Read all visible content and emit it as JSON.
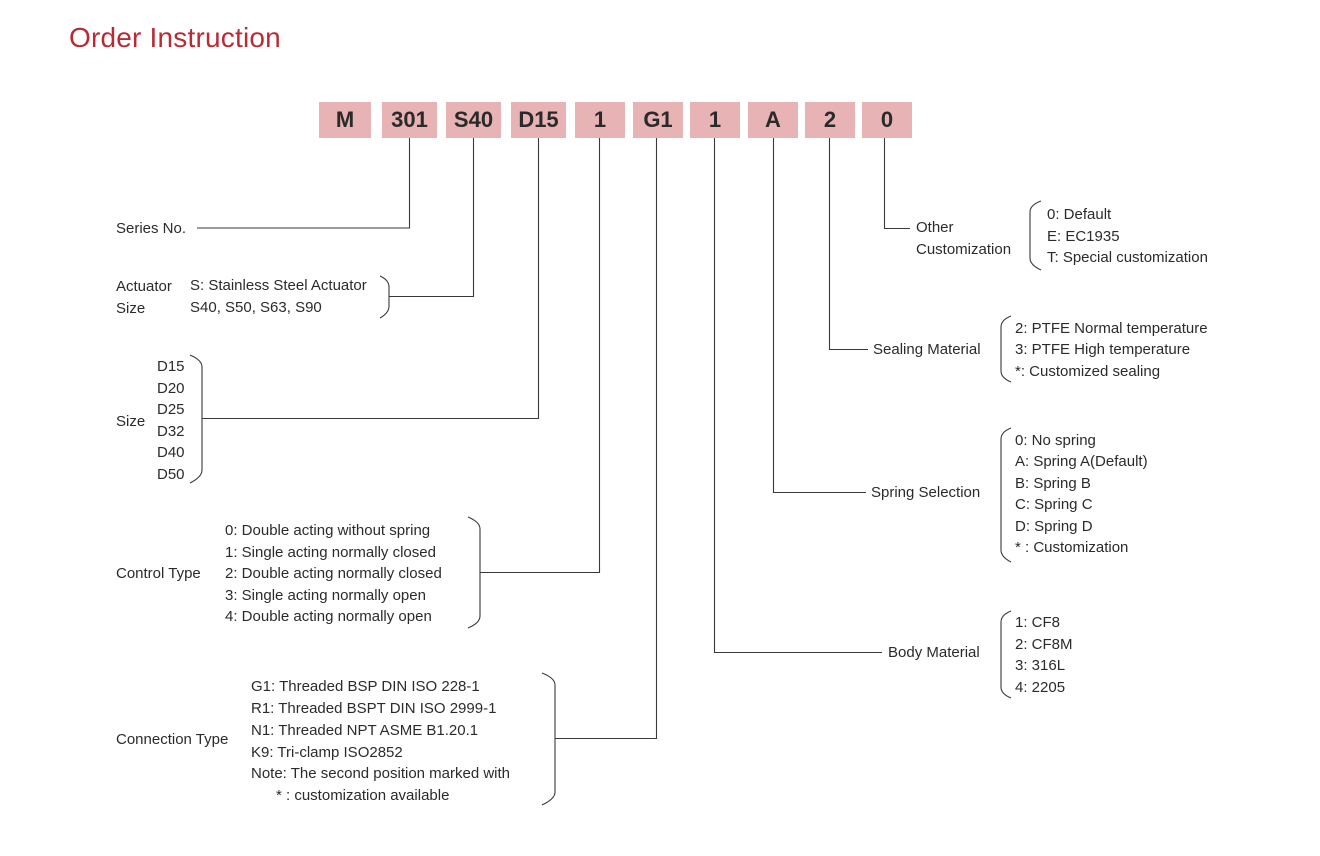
{
  "title": "Order Instruction",
  "code_segments": [
    "M",
    "301",
    "S40",
    "D15",
    "1",
    "G1",
    "1",
    "A",
    "2",
    "0"
  ],
  "left_groups": {
    "series": {
      "label": "Series No."
    },
    "actuator": {
      "label_line1": "Actuator",
      "label_line2": "Size",
      "options": [
        "S: Stainless Steel Actuator",
        "S40, S50, S63, S90"
      ]
    },
    "size": {
      "label": "Size",
      "options": [
        "D15",
        "D20",
        "D25",
        "D32",
        "D40",
        "D50"
      ]
    },
    "control": {
      "label": "Control Type",
      "options": [
        "0: Double acting without spring",
        "1: Single acting normally closed",
        "2: Double acting normally closed",
        "3: Single acting normally open",
        "4: Double acting normally open"
      ]
    },
    "connection": {
      "label": "Connection Type",
      "options": [
        "G1: Threaded BSP DIN ISO 228-1",
        "R1: Threaded BSPT DIN ISO 2999-1",
        "N1: Threaded NPT ASME B1.20.1",
        "K9: Tri-clamp ISO2852",
        "Note: The second position marked with",
        "* : customization available"
      ]
    }
  },
  "right_groups": {
    "other": {
      "label_line1": "Other",
      "label_line2": "Customization",
      "options": [
        "0: Default",
        "E: EC1935",
        "T: Special customization"
      ]
    },
    "sealing": {
      "label": "Sealing Material",
      "options": [
        "2: PTFE Normal temperature",
        "3: PTFE High temperature",
        "*: Customized sealing"
      ]
    },
    "spring": {
      "label": "Spring Selection",
      "options": [
        "0: No spring",
        "A: Spring A(Default)",
        "B: Spring B",
        "C: Spring C",
        "D: Spring D",
        "* : Customization"
      ]
    },
    "body": {
      "label": "Body Material",
      "options": [
        "1: CF8",
        "2: CF8M",
        "3: 316L",
        "4: 2205"
      ]
    }
  },
  "colors": {
    "title": "#b92a35",
    "code_box": "#e8b3b4",
    "line": "#3a3a3a",
    "text": "#2b2b2b"
  }
}
